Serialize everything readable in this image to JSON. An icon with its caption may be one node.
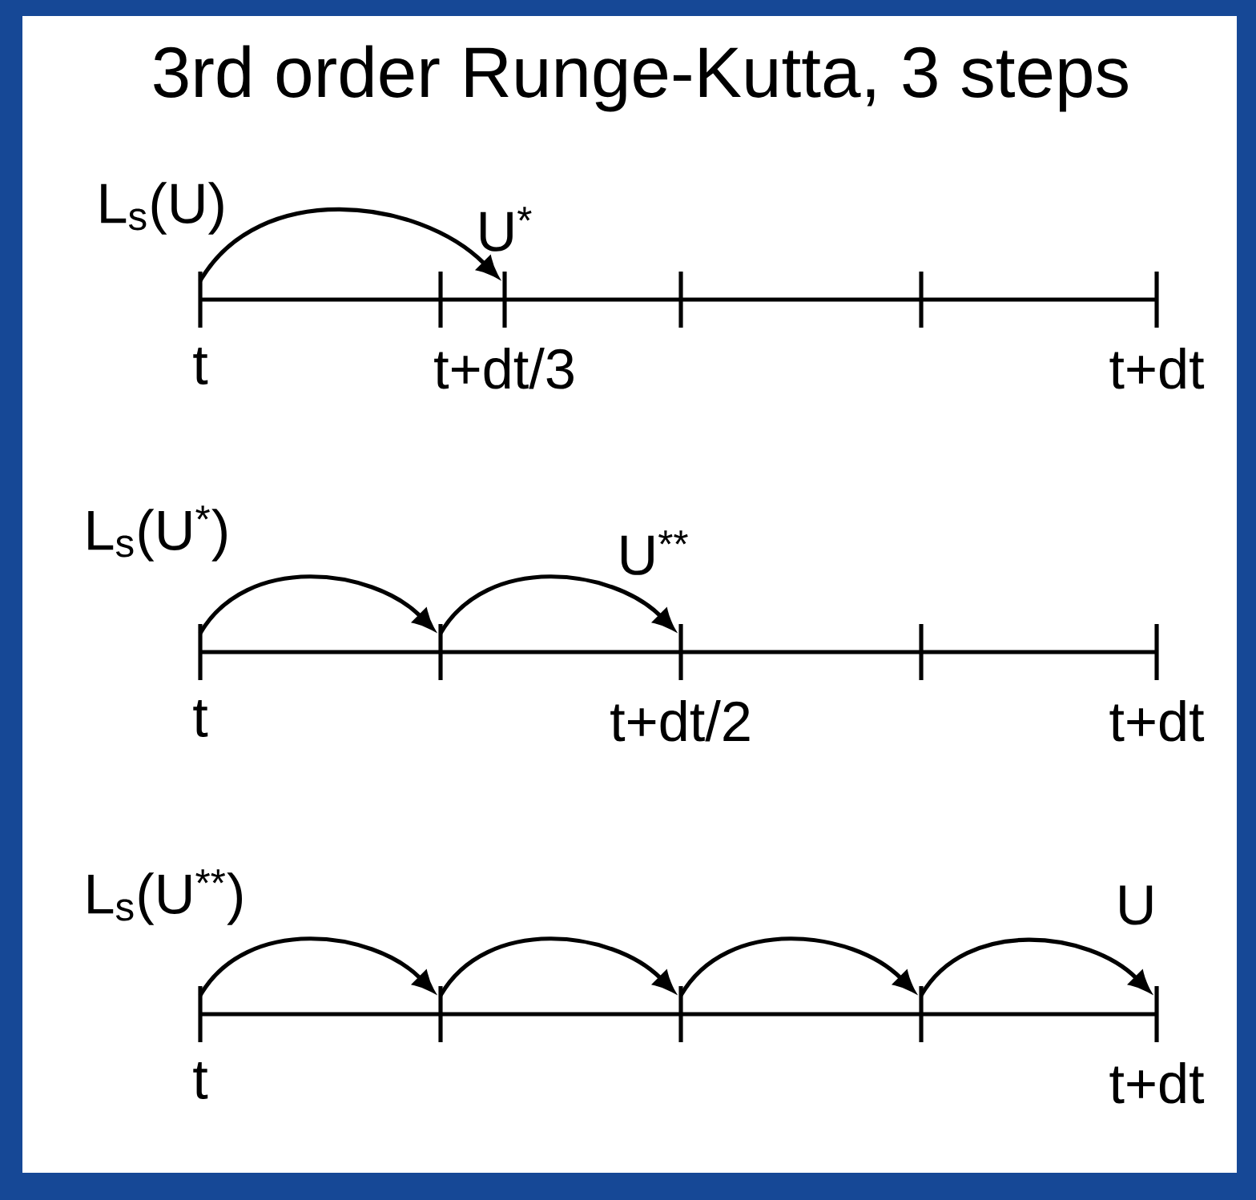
{
  "diagram": {
    "title": "3rd order Runge-Kutta, 3 steps",
    "nodes": [
      {
        "text": [],
        "shape": "bar",
        "beside": [
          "t"
        ]
      },
      {
        "text": [],
        "shape": "bar"
      },
      {
        "text": [],
        "shape": "bar",
        "beside": [
          "t+dt/3"
        ]
      },
      {
        "text": [],
        "shape": "bar"
      },
      {
        "text": [],
        "shape": "bar"
      },
      {
        "text": [],
        "shape": "bar",
        "beside": [
          "t+dt"
        ]
      },
      {
        "text": [],
        "shape": "bar",
        "beside": [
          "t"
        ]
      },
      {
        "text": [],
        "shape": "bar"
      },
      {
        "text": [],
        "shape": "bar",
        "beside": [
          "t+dt/2"
        ]
      },
      {
        "text": [],
        "shape": "bar"
      },
      {
        "text": [],
        "shape": "bar",
        "beside": [
          "t+dt"
        ]
      },
      {
        "text": [],
        "shape": "bar",
        "beside": [
          "t"
        ]
      },
      {
        "text": [],
        "shape": "bar"
      },
      {
        "text": [],
        "shape": "bar"
      },
      {
        "text": [],
        "shape": "bar"
      },
      {
        "text": [],
        "shape": "bar",
        "beside": [
          "t+dt"
        ]
      }
    ],
    "edges": [
      {
        "from": 0,
        "to": 2,
        "arrow": "to"
      },
      {
        "from": 6,
        "to": 7,
        "arrow": "to"
      },
      {
        "from": 7,
        "to": 8,
        "arrow": "to"
      },
      {
        "from": 11,
        "to": 12,
        "arrow": "to"
      },
      {
        "from": 12,
        "to": 13,
        "arrow": "to"
      },
      {
        "from": 13,
        "to": 14,
        "arrow": "to"
      },
      {
        "from": 14,
        "to": 15,
        "arrow": "to"
      }
    ],
    "labels": [
      "L$_{s}$(U)",
      "U$^{*}$",
      "L$_{s}$(U$^{*}$)",
      "U$^{**}$",
      "L$_{s}$(U$^{**}$)",
      "U"
    ]
  }
}
